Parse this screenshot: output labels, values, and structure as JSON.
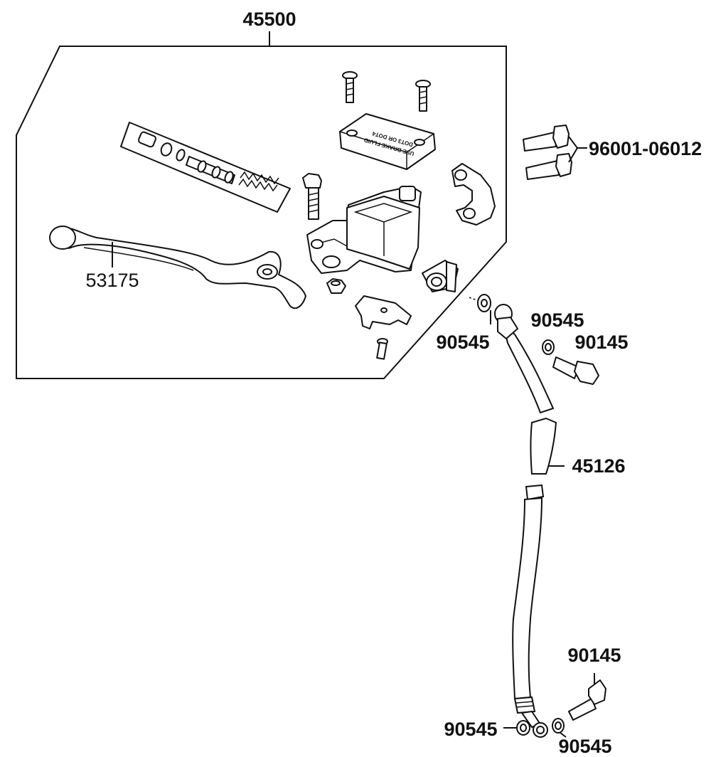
{
  "labels": {
    "assembly": "45500",
    "lever": "53175",
    "clamp_bolts": "96001-06012",
    "washer_upper_left": "90545",
    "washer_upper_right": "90545",
    "bolt_upper": "90145",
    "hose": "45126",
    "bolt_lower": "90145",
    "washer_lower_left": "90545",
    "washer_lower_right": "90545"
  },
  "reservoir_cap_text": [
    "USE BRAKE FLUID",
    "DOT3 OR DOT4"
  ]
}
